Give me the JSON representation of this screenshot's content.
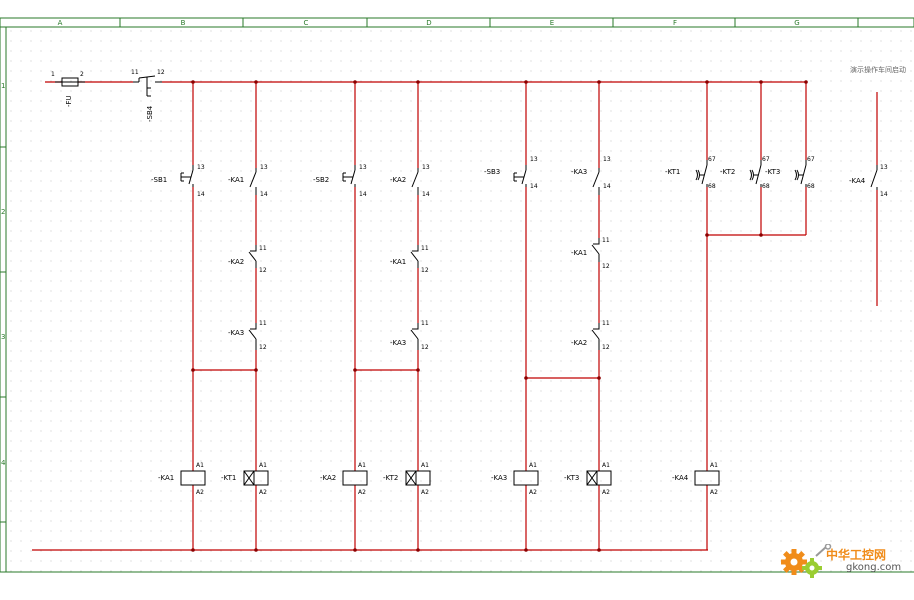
{
  "columns": [
    "A",
    "B",
    "C",
    "D",
    "E",
    "F",
    "G"
  ],
  "rows": [
    "1",
    "2",
    "3",
    "4"
  ],
  "note": "演示操作车间启动",
  "fuse": {
    "tag": "-FU",
    "pin1": "1",
    "pin2": "2"
  },
  "stop_button": {
    "tag": "-SB4",
    "pin1": "11",
    "pin2": "12"
  },
  "buttons": [
    {
      "tag": "-SB1",
      "pin_top": "13",
      "pin_bot": "14"
    },
    {
      "tag": "-SB2",
      "pin_top": "13",
      "pin_bot": "14"
    },
    {
      "tag": "-SB3",
      "pin_top": "13",
      "pin_bot": "14"
    }
  ],
  "no_contacts": [
    {
      "tag": "-KA1",
      "pin_top": "13",
      "pin_bot": "14"
    },
    {
      "tag": "-KA2",
      "pin_top": "13",
      "pin_bot": "14"
    },
    {
      "tag": "-KA3",
      "pin_top": "13",
      "pin_bot": "14"
    },
    {
      "tag": "-KA4",
      "pin_top": "13",
      "pin_bot": "14"
    }
  ],
  "nc_contacts": [
    {
      "tag": "-KA2",
      "pin_top": "11",
      "pin_bot": "12"
    },
    {
      "tag": "-KA3",
      "pin_top": "11",
      "pin_bot": "12"
    },
    {
      "tag": "-KA1",
      "pin_top": "11",
      "pin_bot": "12"
    },
    {
      "tag": "-KA3",
      "pin_top": "11",
      "pin_bot": "12"
    },
    {
      "tag": "-KA1",
      "pin_top": "11",
      "pin_bot": "12"
    },
    {
      "tag": "-KA2",
      "pin_top": "11",
      "pin_bot": "12"
    }
  ],
  "timer_contacts": [
    {
      "tag": "-KT1",
      "pin_top": "67",
      "pin_bot": "68"
    },
    {
      "tag": "-KT2",
      "pin_top": "67",
      "pin_bot": "68"
    },
    {
      "tag": "-KT3",
      "pin_top": "67",
      "pin_bot": "68"
    }
  ],
  "relay_coils": [
    {
      "tag": "-KA1",
      "pin_top": "A1",
      "pin_bot": "A2"
    },
    {
      "tag": "-KA2",
      "pin_top": "A1",
      "pin_bot": "A2"
    },
    {
      "tag": "-KA3",
      "pin_top": "A1",
      "pin_bot": "A2"
    },
    {
      "tag": "-KA4",
      "pin_top": "A1",
      "pin_bot": "A2"
    }
  ],
  "timer_coils": [
    {
      "tag": "-KT1",
      "pin_top": "A1",
      "pin_bot": "A2"
    },
    {
      "tag": "-KT2",
      "pin_top": "A1",
      "pin_bot": "A2"
    },
    {
      "tag": "-KT3",
      "pin_top": "A1",
      "pin_bot": "A2"
    }
  ],
  "watermark": {
    "cn": "中华工控网",
    "en": "gkong.com",
    "gear_icon": "gear-icon",
    "wrench_icon": "wrench-icon"
  },
  "colors": {
    "wire": "#c00000",
    "frame": "#2a7a2a",
    "node": "#8b0000",
    "watermark": "#f08c1a"
  }
}
